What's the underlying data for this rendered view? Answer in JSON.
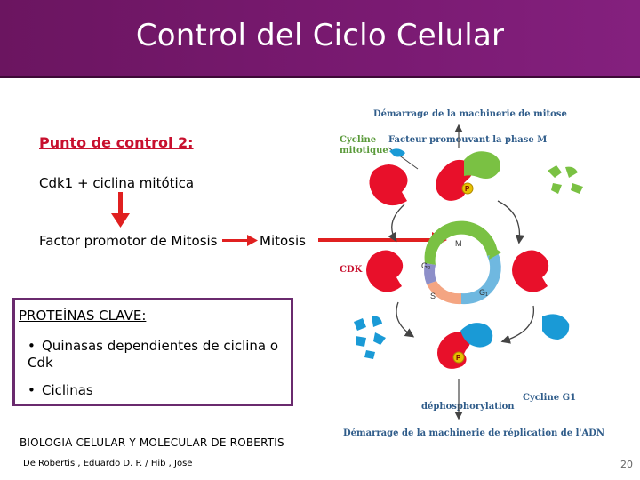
{
  "title": "Control del Ciclo Celular",
  "left": {
    "checkpoint_title": "Punto de control 2:",
    "line1": "Cdk1 + ciclina mitótica",
    "line2": "Factor promotor de Mitosis",
    "line2_result": "Mitosis"
  },
  "proteins": {
    "title": "PROTEÍNAS CLAVE:",
    "items": [
      "Quinasas dependientes de ciclina o Cdk",
      "Ciclinas"
    ]
  },
  "footer": {
    "book": "BIOLOGIA CELULAR Y MOLECULAR DE ROBERTIS",
    "authors": "De Robertis , Eduardo D. P. / Hib , Jose",
    "page": "20"
  },
  "diagram": {
    "top_label": "Démarrage de la machinerie de mitose",
    "cycline_mitotique_1": "Cycline",
    "cycline_mitotique_2": "mitotique",
    "facteur": "Facteur promouvant la phase M",
    "cdk": "CDK",
    "phase_m": "M",
    "phase_g2": "G₂",
    "phase_s": "S",
    "phase_g1": "G₁",
    "p1": "P",
    "p2": "P",
    "dephos": "déphosphorylation",
    "cycline_g1": "Cycline G1",
    "bottom_label": "Démarrage de la machinerie de réplication de l'ADN"
  },
  "colors": {
    "header": "#7a1a72",
    "checkpoint": "#c8102e",
    "arrow": "#e02020",
    "cdk_red": "#e8102a",
    "mitotic_cyclin": "#7ac143",
    "g1_cyclin": "#1a9ad6",
    "phase_m": "#7ac143",
    "phase_g1": "#6fb8e0",
    "phase_s": "#f4a582",
    "phase_g2": "#8d8fc9",
    "diagram_text": "#2f5c8a",
    "box_border": "#6a2a6e"
  }
}
